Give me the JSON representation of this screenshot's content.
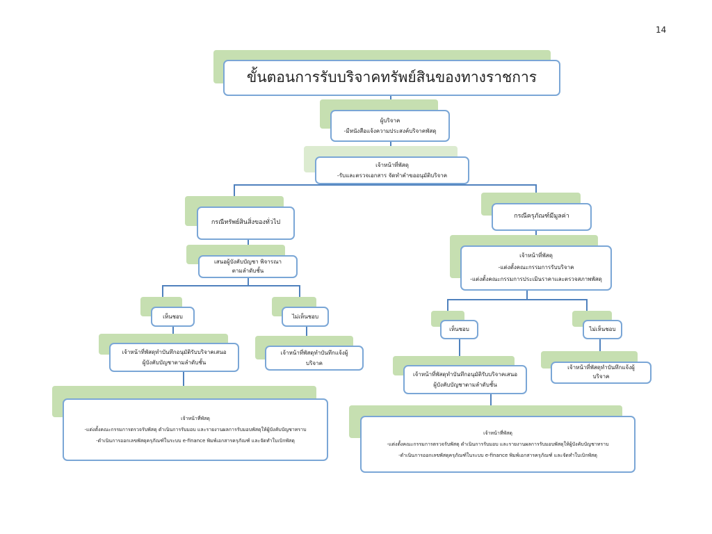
{
  "page_number": "14",
  "title": "ขั้นตอนการรับบริจาคทรัพย์สินของทางราชการ",
  "donor": {
    "heading": "ผู้บริจาค",
    "line": "-มีหนังสือแจ้งความประสงค์บริจาคพัสดุ"
  },
  "officer_receive": {
    "heading": "เจ้าหน้าที่พัสดุ",
    "line": "-รับและตรวจเอกสาร จัดทำคำขออนุมัติบริจาค"
  },
  "left": {
    "case": "กรณีทรัพย์สินสิ่งของทั่วไป",
    "propose": [
      "เสนอผู้บังคับบัญชา พิจารณา",
      "ตามลำดับชั้น"
    ],
    "approve": "เห็นชอบ",
    "reject": "ไม่เห็นชอบ",
    "approve_action": [
      "เจ้าหน้าที่พัสดุทำบันทึกอนุมัติรับบริจาคเสนอ",
      "ผู้บังคับบัญชาตามลำดับชั้น"
    ],
    "reject_action": [
      "เจ้าหน้าที่พัสดุทำบันทึกแจ้งผู้",
      "บริจาค"
    ],
    "final": {
      "heading": "เจ้าหน้าที่พัสดุ",
      "lines": [
        "-แต่งตั้งคณะกรรมการตรวจรับพัสดุ ดำเนินการรับมอบ และรายงานผลการรับมอบพัสดุให้ผู้บังคับบัญชาทราบ",
        "-ดำเนินการออกเลขพัสดุครุภัณฑ์ในระบบ e-finance  พิมพ์เอกสารครุภัณฑ์ และจัดทำใบเบิกพัสดุ"
      ]
    }
  },
  "right": {
    "case": "กรณีครุภัณฑ์มีมูลค่า",
    "officer": {
      "heading": "เจ้าหน้าที่พัสดุ",
      "lines": [
        "-แต่งตั้งคณะกรรมการรับบริจาค",
        "-แต่งตั้งคณะกรรมการประเมินราคาและตรวจสภาพพัสดุ"
      ]
    },
    "approve": "เห็นชอบ",
    "reject": "ไม่เห็นชอบ",
    "approve_action": [
      "เจ้าหน้าที่พัสดุทำบันทึกอนุมัติรับบริจาคเสนอ",
      "ผู้บังคับบัญชาตามลำดับชั้น"
    ],
    "reject_action": [
      "เจ้าหน้าที่พัสดุทำบันทึกแจ้งผู้",
      "บริจาค"
    ],
    "final": {
      "heading": "เจ้าหน้าที่พัสดุ",
      "lines": [
        "-แต่งตั้งคณะกรรมการตรวจรับพัสดุ ดำเนินการรับมอบ และรายงานผลการรับมอบพัสดุให้ผู้บังคับบัญชาทราบ",
        "-ดำเนินการออกเลขพัสดุครุภัณฑ์ในระบบ e-finance พิมพ์เอกสารครุภัณฑ์ และจัดทำใบเบิกพัสดุ"
      ]
    }
  }
}
